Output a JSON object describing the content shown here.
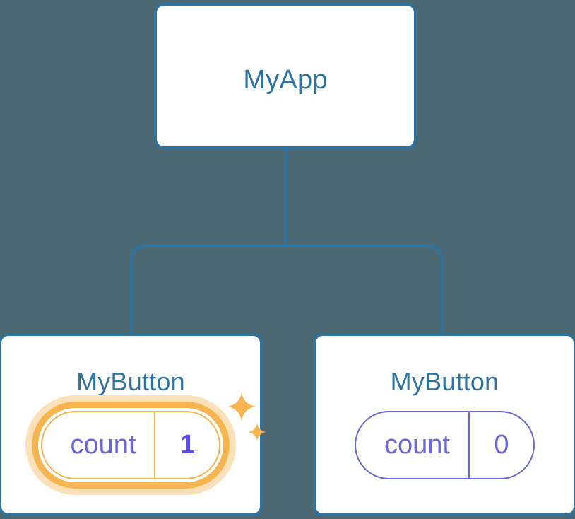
{
  "diagram": {
    "type": "component-tree",
    "background_color": "#4c6872",
    "accent_color": "#2e73a0",
    "state_color": "#6b68d6",
    "highlight_color": "#f7b552",
    "halo_color": "#fbe0b8"
  },
  "nodes": {
    "root": {
      "label": "MyApp"
    },
    "children": [
      {
        "label": "MyButton",
        "state": {
          "key": "count",
          "value": "1"
        },
        "highlighted": true,
        "sparkles": {
          "big": "sparkle-icon",
          "small": "sparkle-icon"
        }
      },
      {
        "label": "MyButton",
        "state": {
          "key": "count",
          "value": "0"
        },
        "highlighted": false
      }
    ]
  },
  "edges": {
    "root_to_branch": "vertical-stem",
    "branch_bar": "horizontal-branch-bar",
    "left_drop": "left-branch-drop",
    "right_drop": "right-branch-drop"
  }
}
